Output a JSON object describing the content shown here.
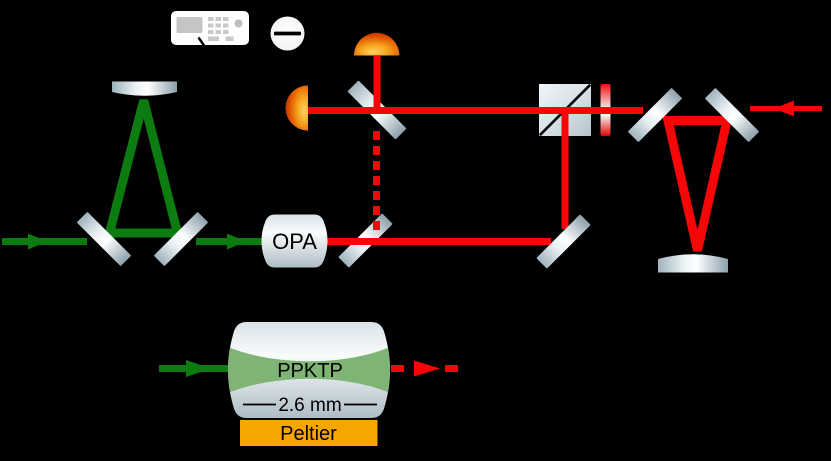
{
  "labels": {
    "opa": "OPA",
    "ppktp": "PPKTP",
    "crystal_length": "2.6 mm",
    "peltier": "Peltier"
  },
  "colors": {
    "background": "#000000",
    "green_beam": "#0C7C10",
    "red_beam": "#F60606",
    "peltier_orange": "#F7A600",
    "crystal_beam_green": "#7FB474",
    "mirror_highlight": "#FFFFFF",
    "mirror_shade": "#8CA0AC",
    "detector_bright": "#FDD264",
    "detector_dark": "#A01000",
    "annotation_black": "#000000"
  },
  "icons": [
    "spectrum-analyzer-icon",
    "minus-subtractor-icon",
    "photodiode-dome-icon",
    "flat-mirror-icon",
    "curved-mirror-icon",
    "beamsplitter-plate-icon",
    "beamsplitter-cube-icon",
    "red-filter-icon",
    "opa-crystal-icon",
    "ppktp-crystal-icon",
    "peltier-element-icon",
    "beam-arrow-icon"
  ]
}
